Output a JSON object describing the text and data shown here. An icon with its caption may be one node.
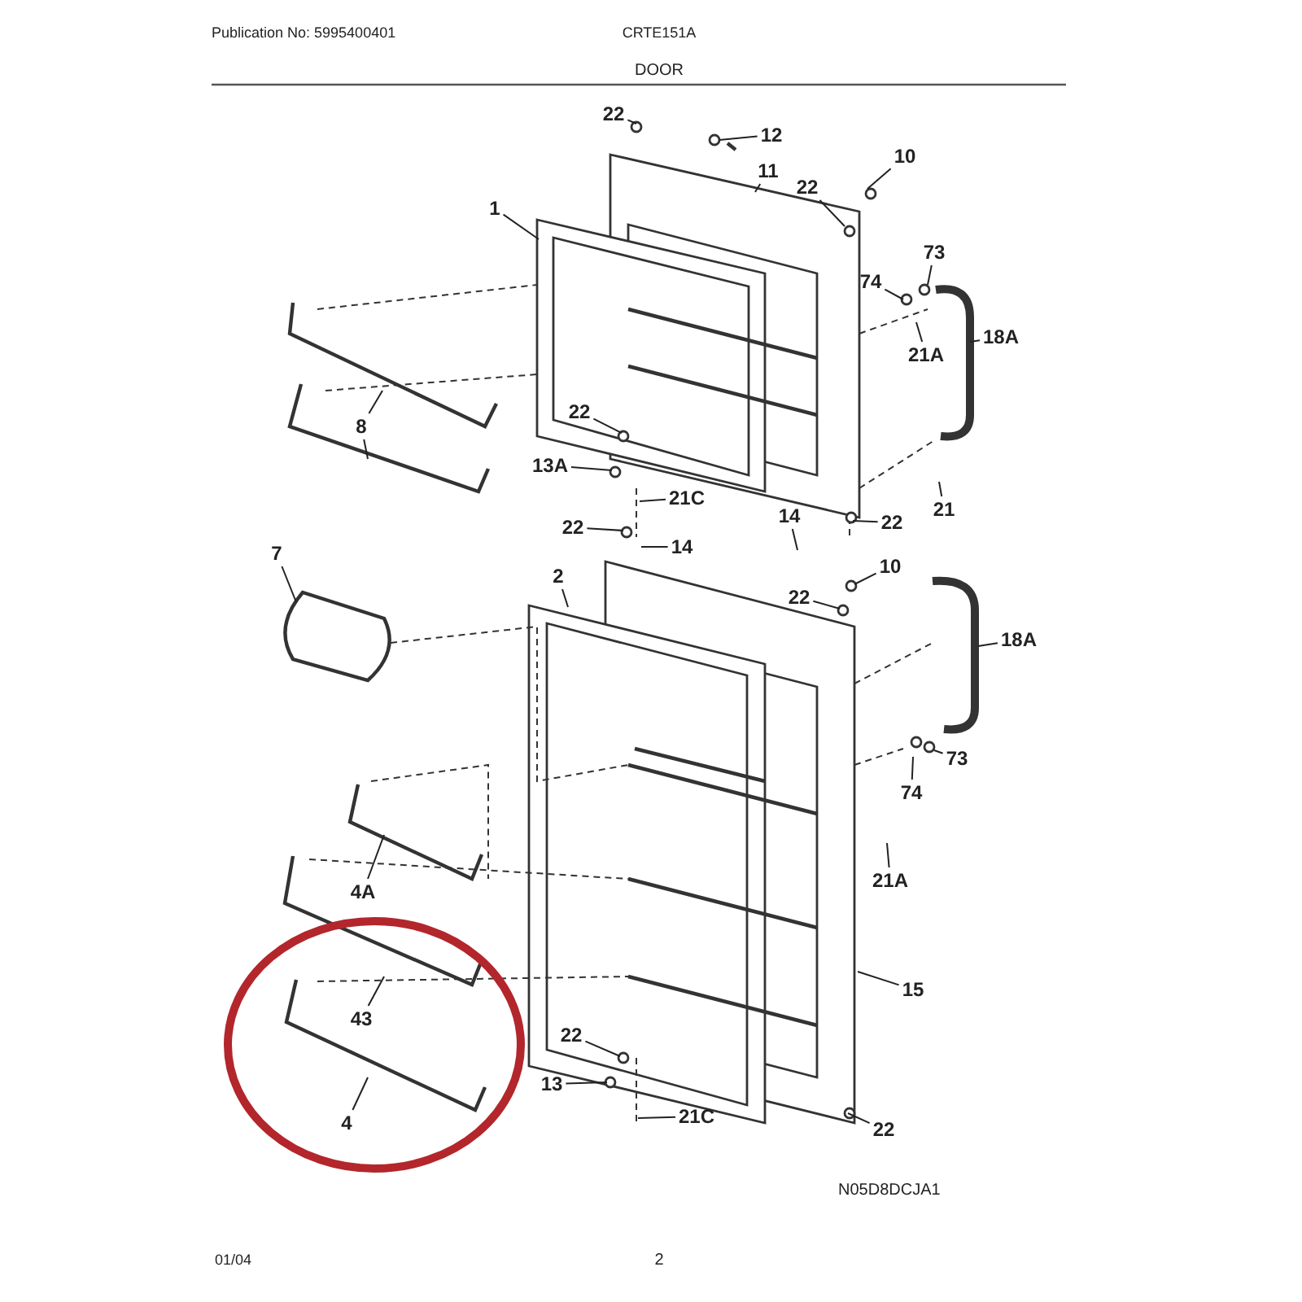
{
  "diagram": {
    "title": "DOOR",
    "nodes": [
      {
        "text": [
          "22"
        ]
      },
      {
        "text": [
          "12"
        ]
      },
      {
        "text": [
          "11"
        ]
      },
      {
        "text": [
          "10"
        ]
      },
      {
        "text": [
          "1"
        ]
      },
      {
        "text": [
          "22"
        ]
      },
      {
        "text": [
          "74"
        ]
      },
      {
        "text": [
          "73"
        ]
      },
      {
        "text": [
          "21A"
        ]
      },
      {
        "text": [
          "18A"
        ]
      },
      {
        "text": [
          "8"
        ]
      },
      {
        "text": [
          "22"
        ]
      },
      {
        "text": [
          "13A"
        ]
      },
      {
        "text": [
          "21C"
        ]
      },
      {
        "text": [
          "22"
        ]
      },
      {
        "text": [
          "21"
        ]
      },
      {
        "text": [
          "22"
        ]
      },
      {
        "text": [
          "14"
        ]
      },
      {
        "text": [
          "14"
        ]
      },
      {
        "text": [
          "7"
        ]
      },
      {
        "text": [
          "2"
        ]
      },
      {
        "text": [
          "10"
        ]
      },
      {
        "text": [
          "22"
        ]
      },
      {
        "text": [
          "18A"
        ]
      },
      {
        "text": [
          "73"
        ]
      },
      {
        "text": [
          "74"
        ]
      },
      {
        "text": [
          "4A"
        ]
      },
      {
        "text": [
          "21A"
        ]
      },
      {
        "text": [
          "15"
        ]
      },
      {
        "text": [
          "43"
        ]
      },
      {
        "text": [
          "22"
        ]
      },
      {
        "text": [
          "13"
        ]
      },
      {
        "text": [
          "21C"
        ]
      },
      {
        "text": [
          "4"
        ]
      },
      {
        "text": [
          "22"
        ]
      }
    ],
    "edges": [
      {
        "from": 0,
        "to": null,
        "arrow": "none"
      },
      {
        "from": 1,
        "to": null,
        "arrow": "none"
      },
      {
        "from": 2,
        "to": null,
        "arrow": "none"
      },
      {
        "from": 3,
        "to": null,
        "arrow": "none"
      },
      {
        "from": 4,
        "to": null,
        "arrow": "none"
      },
      {
        "from": 5,
        "to": null,
        "arrow": "none"
      },
      {
        "from": 6,
        "to": null,
        "arrow": "none"
      },
      {
        "from": 7,
        "to": null,
        "arrow": "none"
      },
      {
        "from": 8,
        "to": null,
        "arrow": "none"
      },
      {
        "from": 9,
        "to": null,
        "arrow": "none"
      },
      {
        "from": 10,
        "to": null,
        "arrow": "none"
      },
      {
        "from": 10,
        "to": null,
        "arrow": "none"
      },
      {
        "from": 11,
        "to": null,
        "arrow": "none"
      },
      {
        "from": 12,
        "to": null,
        "arrow": "none"
      },
      {
        "from": 13,
        "to": null,
        "arrow": "none"
      },
      {
        "from": 14,
        "to": null,
        "arrow": "none"
      },
      {
        "from": 15,
        "to": null,
        "arrow": "none"
      },
      {
        "from": 16,
        "to": null,
        "arrow": "none"
      },
      {
        "from": 17,
        "to": null,
        "arrow": "none"
      },
      {
        "from": 18,
        "to": null,
        "arrow": "none"
      },
      {
        "from": 19,
        "to": null,
        "arrow": "none"
      },
      {
        "from": 20,
        "to": null,
        "arrow": "none"
      },
      {
        "from": 21,
        "to": null,
        "arrow": "none"
      },
      {
        "from": 22,
        "to": null,
        "arrow": "none"
      },
      {
        "from": 23,
        "to": null,
        "arrow": "none"
      },
      {
        "from": 24,
        "to": null,
        "arrow": "none"
      },
      {
        "from": 25,
        "to": null,
        "arrow": "none"
      },
      {
        "from": 26,
        "to": null,
        "arrow": "none"
      },
      {
        "from": 27,
        "to": null,
        "arrow": "none"
      },
      {
        "from": 28,
        "to": null,
        "arrow": "none"
      },
      {
        "from": 29,
        "to": null,
        "arrow": "none"
      },
      {
        "from": 30,
        "to": null,
        "arrow": "none"
      },
      {
        "from": 31,
        "to": null,
        "arrow": "none"
      },
      {
        "from": 32,
        "to": null,
        "arrow": "none"
      },
      {
        "from": 33,
        "to": null,
        "arrow": "none"
      },
      {
        "from": 34,
        "to": null,
        "arrow": "none"
      }
    ],
    "labels": [
      "Publication No: 5995400401",
      "CRTE151A",
      "N05D8DCJA1",
      "01/04",
      "2"
    ]
  }
}
